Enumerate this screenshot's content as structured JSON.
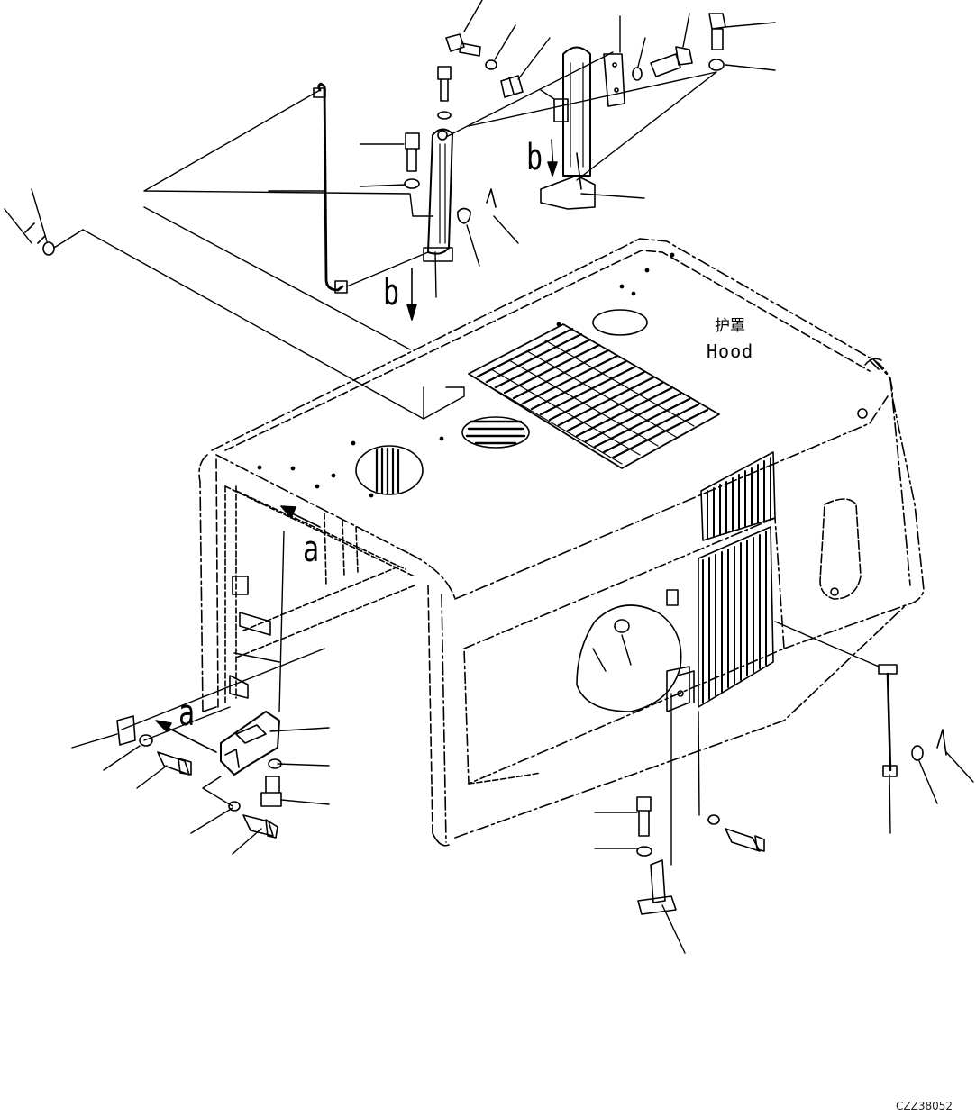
{
  "diagram": {
    "part_label_cn": "护罩",
    "part_label_en": "Hood",
    "drawing_code": "CZZ38052",
    "view_markers": {
      "a": "a",
      "b": "b"
    }
  },
  "colors": {
    "line": "#000000",
    "background": "#ffffff"
  }
}
